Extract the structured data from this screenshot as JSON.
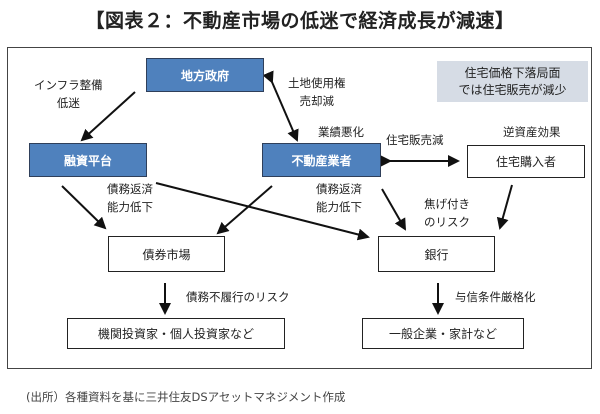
{
  "title": "【図表２：不動産市場の低迷で経済成長が減速】",
  "nodes": {
    "local_gov": "地方政府",
    "financing_platform": "融資平台",
    "developers": "不動産業者",
    "home_buyers": "住宅購入者",
    "bond_market": "債券市場",
    "banks": "銀行",
    "investors": "機関投資家・個人投資家など",
    "companies_households": "一般企業・家計など"
  },
  "note": {
    "line1": "住宅価格下落局面",
    "line2": "では住宅販売が減少"
  },
  "labels": {
    "infra_1": "インフラ整備",
    "infra_2": "低迷",
    "land_1": "土地使用権",
    "land_2": "売却減",
    "earnings": "業績悪化",
    "sales_down": "住宅販売減",
    "reverse_wealth": "逆資産効果",
    "repay_left_1": "債務返済",
    "repay_left_2": "能力低下",
    "repay_right_1": "債務返済",
    "repay_right_2": "能力低下",
    "bad_debt_1": "焦げ付き",
    "bad_debt_2": "のリスク",
    "default_risk": "債務不履行のリスク",
    "credit_tighten": "与信条件厳格化"
  },
  "footer": "(出所）各種資料を基に三井住友DSアセットマネジメント作成"
}
